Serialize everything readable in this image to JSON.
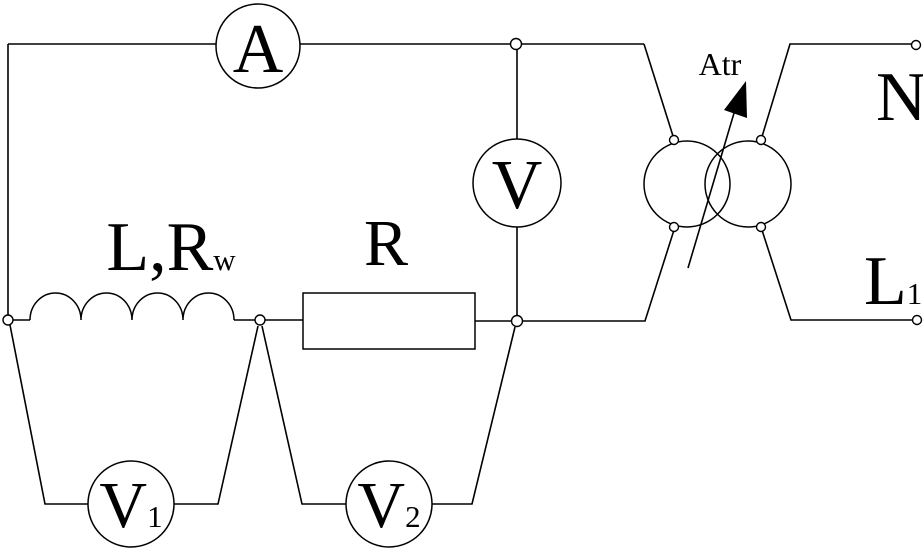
{
  "diagram": {
    "kind": "electrical-circuit",
    "background_color": "#ffffff",
    "line_color": "#000000",
    "components": {
      "ammeter": {
        "label": "A"
      },
      "voltmeter": {
        "label": "V"
      },
      "voltmeter1": {
        "label": "V",
        "sub": "1"
      },
      "voltmeter2": {
        "label": "V",
        "sub": "2"
      },
      "inductor": {
        "label": "L,R",
        "sub": "w"
      },
      "resistor": {
        "label": "R"
      },
      "autotransformer": {
        "label": "Atr"
      },
      "terminal_neutral": {
        "label": "N"
      },
      "terminal_line": {
        "label": "L",
        "sub": "1"
      }
    }
  }
}
